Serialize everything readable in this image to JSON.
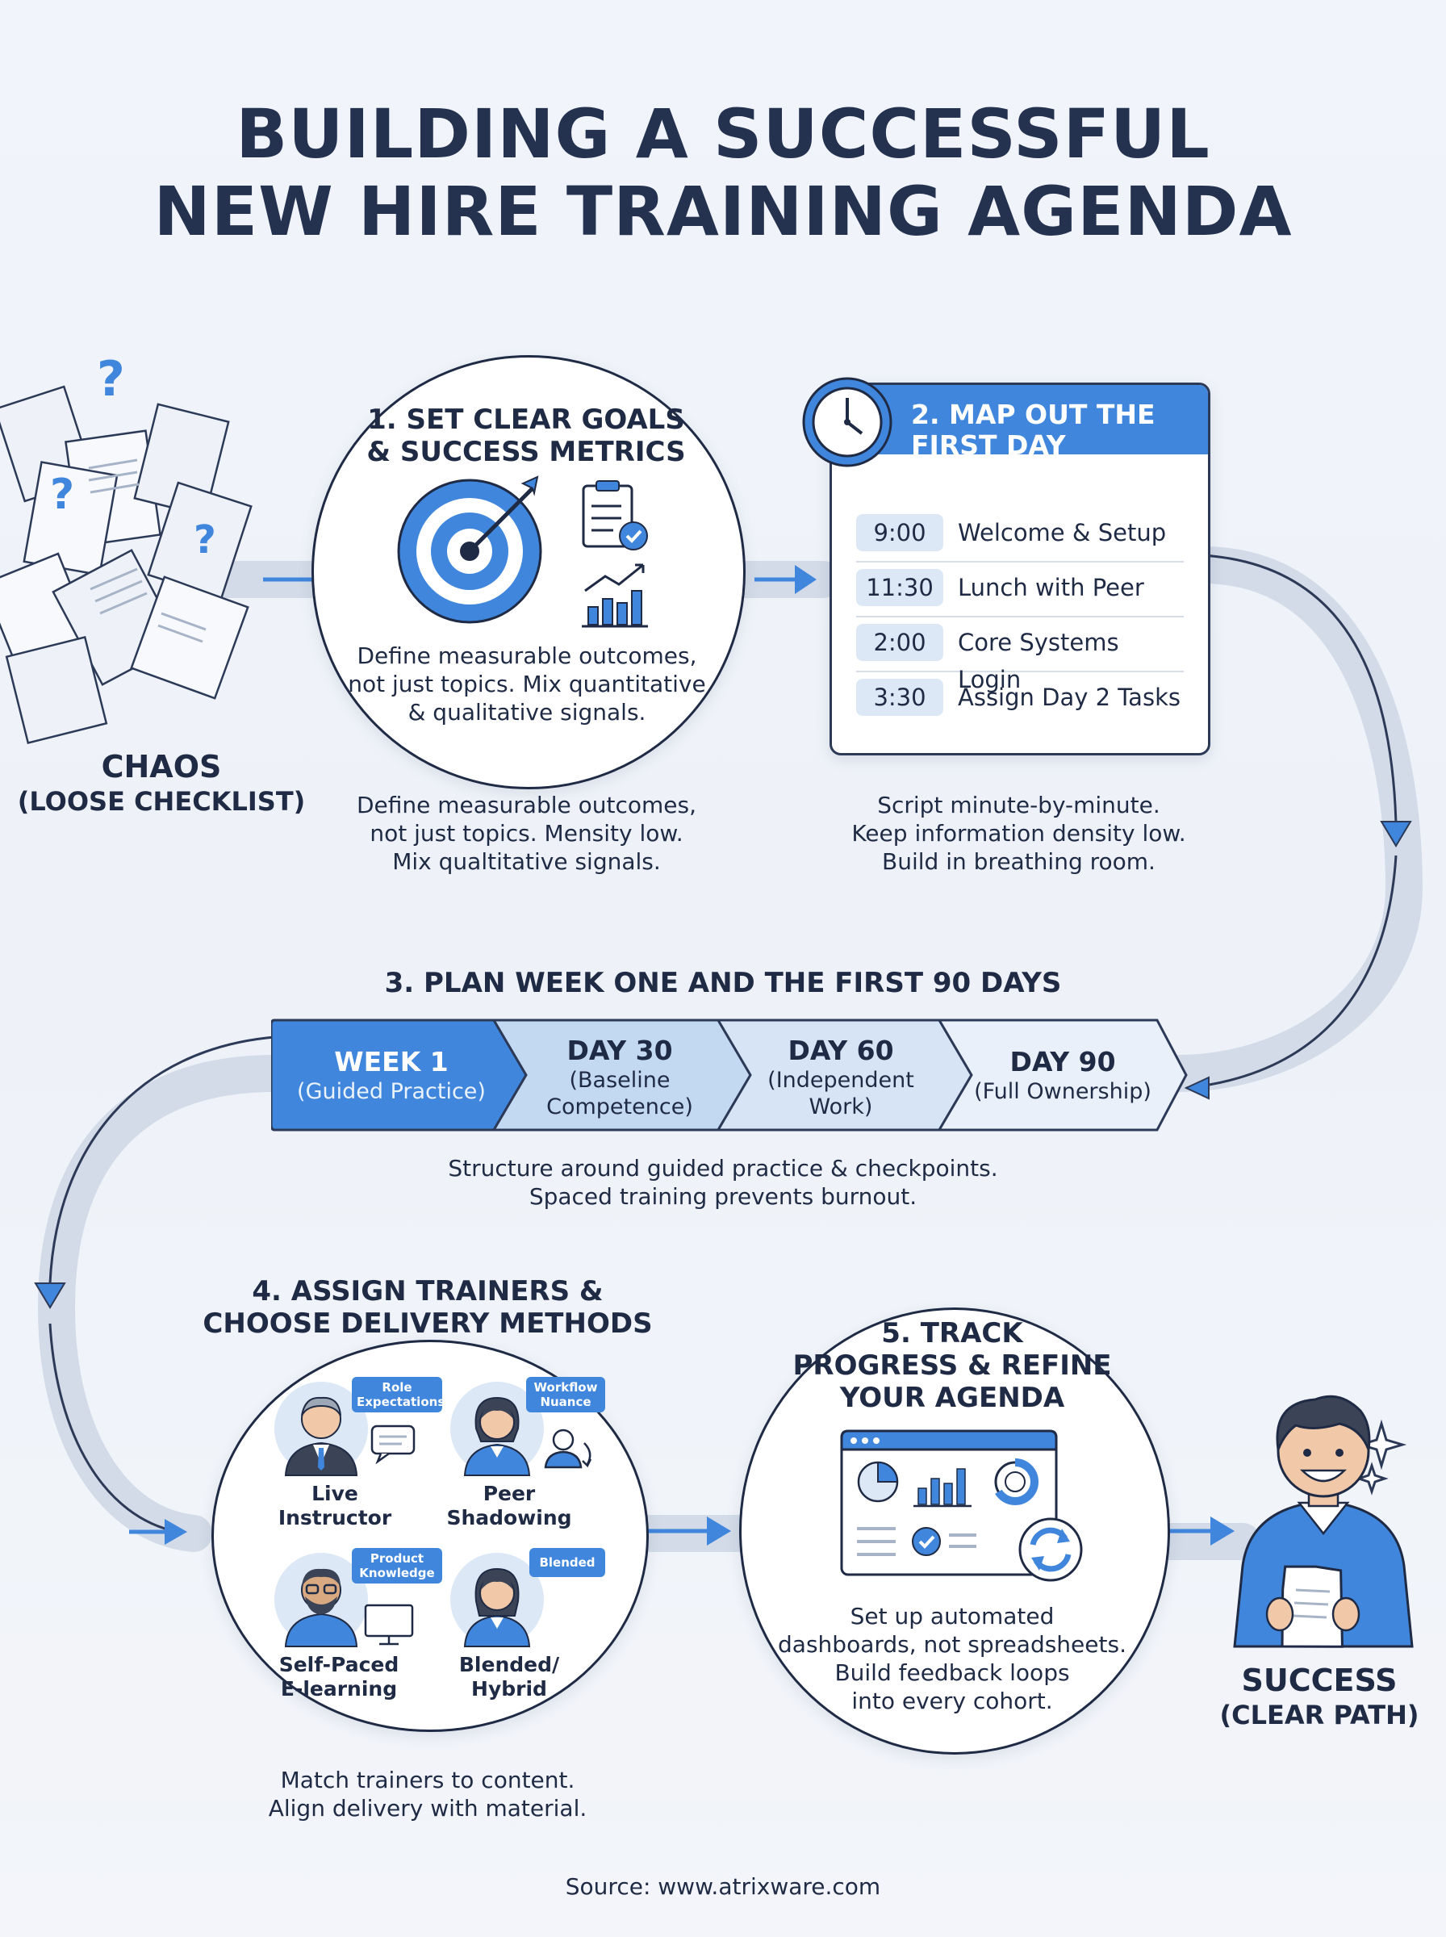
{
  "title": {
    "line1": "BUILDING A SUCCESSFUL",
    "line2": "NEW HIRE TRAINING AGENDA"
  },
  "chaos": {
    "line1": "CHAOS",
    "line2": "(LOOSE CHECKLIST)",
    "icon": "scattered-papers-question-marks"
  },
  "step1": {
    "heading_line1": "1. SET CLEAR GOALS",
    "heading_line2": "& SUCCESS METRICS",
    "inner_text": [
      "Define measurable outcomes,",
      "not just topics. Mix quantitative",
      "& qualitative signals."
    ],
    "caption": [
      "Define measurable outcomes,",
      "not just topics. Mensity low.",
      "Mix qualtitative signals."
    ]
  },
  "step2": {
    "heading_line1": "2. MAP OUT THE",
    "heading_line2": "FIRST DAY SCHEDULE",
    "schedule": [
      {
        "time": "9:00",
        "label": "Welcome & Setup"
      },
      {
        "time": "11:30",
        "label": "Lunch with Peer"
      },
      {
        "time": "2:00",
        "label": "Core Systems Login"
      },
      {
        "time": "3:30",
        "label": "Assign Day 2 Tasks"
      }
    ],
    "caption": [
      "Script minute-by-minute.",
      "Keep information density low.",
      "Build in breathing room."
    ]
  },
  "step3": {
    "heading": "3. PLAN WEEK ONE AND THE FIRST 90 DAYS",
    "phases": [
      {
        "title": "WEEK 1",
        "sub": [
          "(Guided Practice)"
        ]
      },
      {
        "title": "DAY 30",
        "sub": [
          "(Baseline",
          "Competence)"
        ]
      },
      {
        "title": "DAY 60",
        "sub": [
          "(Independent",
          "Work)"
        ]
      },
      {
        "title": "DAY 90",
        "sub": [
          "(Full Ownership)"
        ]
      }
    ],
    "caption": [
      "Structure around guided practice & checkpoints.",
      "Spaced training prevents burnout."
    ]
  },
  "step4": {
    "heading_line1": "4. ASSIGN TRAINERS &",
    "heading_line2": "CHOOSE DELIVERY METHODS",
    "methods": [
      {
        "label": [
          "Live",
          "Instructor"
        ],
        "bubble": [
          "Role",
          "Expectations"
        ]
      },
      {
        "label": [
          "Peer",
          "Shadowing"
        ],
        "bubble": [
          "Workflow",
          "Nuance"
        ]
      },
      {
        "label": [
          "Self-Paced",
          "E-learning"
        ],
        "bubble": [
          "Product",
          "Knowledge"
        ]
      },
      {
        "label": [
          "Blended/",
          "Hybrid"
        ],
        "bubble": [
          "Blended"
        ]
      }
    ],
    "caption": [
      "Match trainers to content.",
      "Align delivery with material."
    ]
  },
  "step5": {
    "heading_line1": "5. TRACK",
    "heading_line2": "PROGRESS & REFINE",
    "heading_line3": "YOUR AGENDA",
    "inner_text": [
      "Set up automated",
      "dashboards, not spreadsheets.",
      "Build feedback loops",
      "into every cohort."
    ]
  },
  "success": {
    "line1": "SUCCESS",
    "line2": "(CLEAR PATH)",
    "icon": "smiling-person-holding-paper"
  },
  "source": "Source: www.atrixware.com",
  "colors": {
    "accent": "#3f86dc",
    "dark": "#1f2a44",
    "path": "#d3dbe8",
    "light_fill": "#dde8f6"
  }
}
